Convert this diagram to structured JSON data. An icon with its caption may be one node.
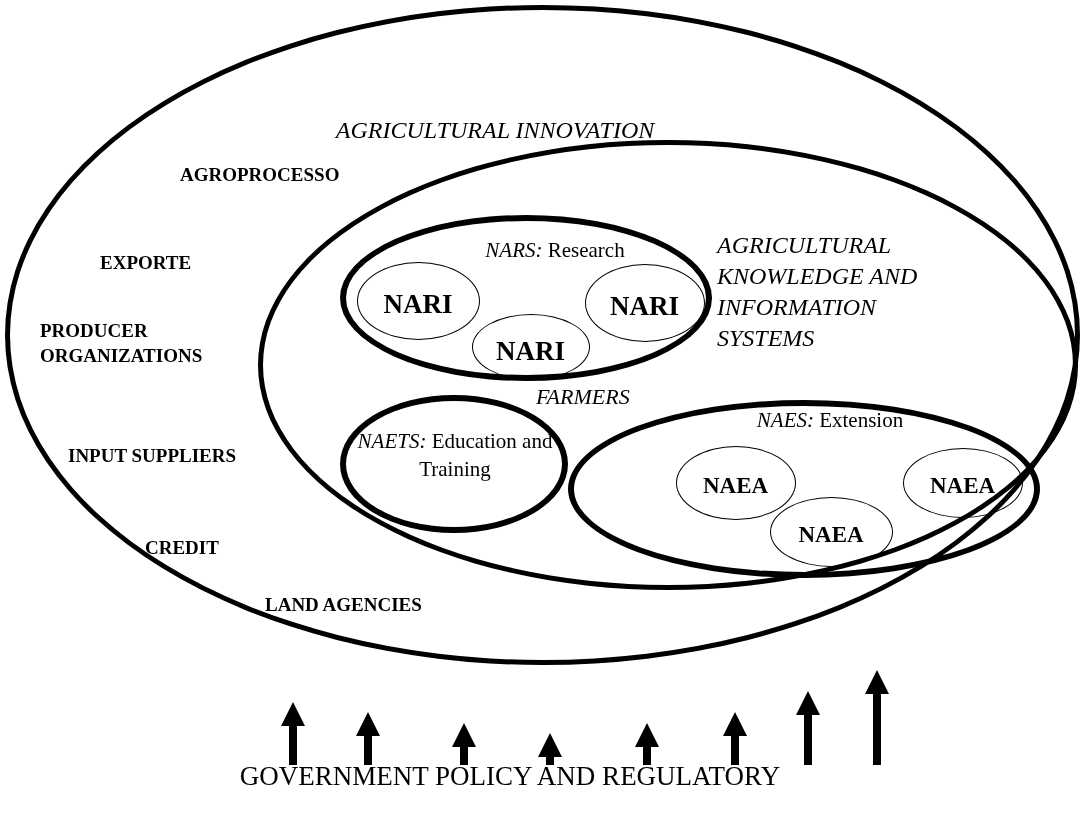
{
  "diagram": {
    "nodes": [
      {
        "text": [
          "AGRICULTURAL INNOVATION"
        ]
      },
      {
        "text": [
          "AGRICULTURAL KNOWLEDGE AND INFORMATION SYSTEMS",
          "FARMERS"
        ],
        "in": 0
      },
      {
        "text": [
          "*NARS:* Research"
        ],
        "in": 1
      },
      {
        "text": [
          "NARI"
        ],
        "in": 2
      },
      {
        "text": [
          "NARI"
        ],
        "in": 2
      },
      {
        "text": [
          "NARI"
        ],
        "in": 2
      },
      {
        "text": [
          "*NAETS:* Education and Training"
        ],
        "in": 1
      },
      {
        "text": [
          "*NAES:* Extension"
        ],
        "in": 1
      },
      {
        "text": [
          "NAEA"
        ],
        "in": 7
      },
      {
        "text": [
          "NAEA"
        ],
        "in": 7
      },
      {
        "text": [
          "NAEA"
        ],
        "in": 7
      }
    ],
    "labels": [
      "AGROPROCESSO",
      "EXPORTE",
      "PRODUCER ORGANIZATIONS",
      "INPUT SUPPLIERS",
      "CREDIT",
      "LAND AGENCIES",
      "GOVERNMENT POLICY AND REGULATORY"
    ]
  }
}
